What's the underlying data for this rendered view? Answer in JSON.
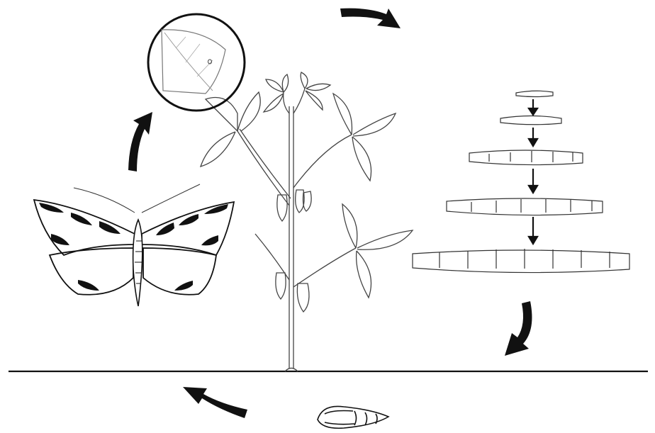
{
  "figure": {
    "stages": [
      {
        "name": "egg-on-leaf-inset"
      },
      {
        "name": "host-plant"
      },
      {
        "name": "larva-instars",
        "count": 5
      },
      {
        "name": "pupa"
      },
      {
        "name": "adult-moth"
      }
    ],
    "cycle_arrows": [
      "arrow-top-right",
      "arrow-right-down",
      "arrow-bottom-left",
      "arrow-left-up"
    ],
    "colors": {
      "ink": "#111111",
      "line": "#444444",
      "background": "#ffffff"
    }
  }
}
